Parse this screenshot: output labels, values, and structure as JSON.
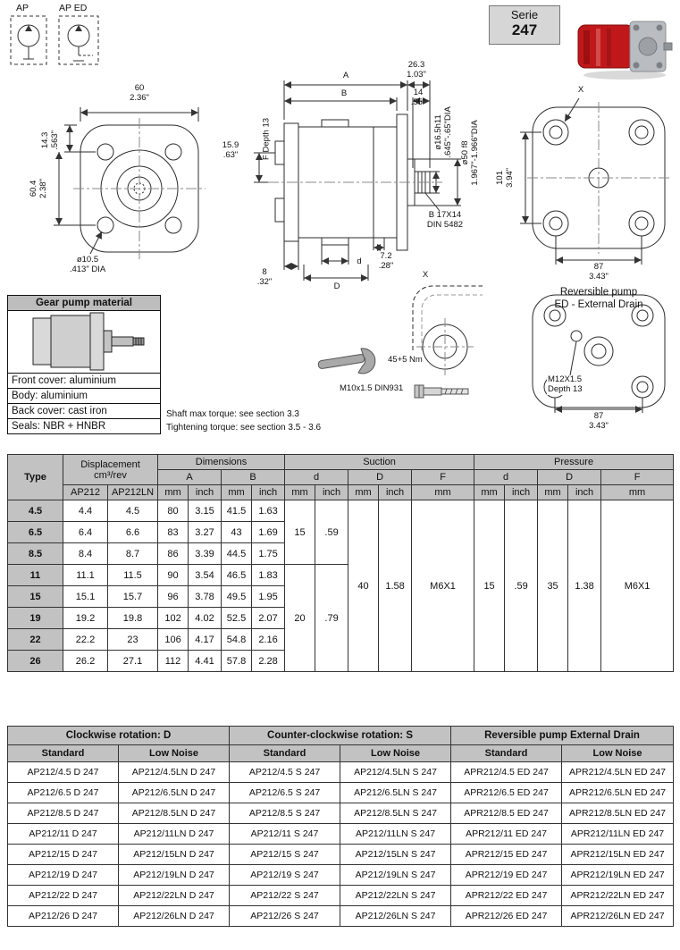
{
  "header": {
    "ap_symbol_label": "AP",
    "ap_ed_symbol_label": "AP ED",
    "serie_label": "Serie",
    "serie_number": "247"
  },
  "drawings": {
    "front": {
      "width": "60\n2.36\"",
      "hole_offset": "14.3\n.563\"",
      "hole_spacing": "60.4\n2.38\"",
      "hole_dia": "ø10.5\n.413\" DIA"
    },
    "side": {
      "A": "A",
      "shaft_ext": "26.3\n1.03\"",
      "B": "B",
      "spline_len": "14\n.55\"",
      "port_depth": "F Depth 13",
      "dim_159": "15.9\n.63\"",
      "shaft_dia": "ø16.5h11\n.645\"-.65\"DIA",
      "pilot_dia": "ø50 f8\n1.967\"-1.966\"DIA",
      "spline_spec": "B 17X14\nDIN 5482",
      "dim_72": "7.2\n.28\"",
      "d": "d",
      "dim_8": "8\n.32\"",
      "D": "D"
    },
    "back": {
      "x_ref": "X",
      "height": "101\n3.94\"",
      "width": "87\n3.43\"",
      "caption": "Reversible pump\nED - External Drain"
    },
    "detail": {
      "x_ref": "X",
      "torque": "45+5 Nm",
      "bolt_spec": "M10x1.5 DIN931"
    },
    "reversible": {
      "drain_port": "M12X1.5\nDepth 13",
      "width": "87\n3.43\""
    },
    "notes": {
      "shaft_torque": "Shaft max torque: see section 3.3",
      "tightening_torque": "Tightening torque: see section 3.5 - 3.6"
    }
  },
  "material_box": {
    "title": "Gear pump material",
    "lines": [
      "Front cover: aluminium",
      "Body: aluminium",
      "Back cover: cast iron",
      "Seals: NBR + HNBR"
    ]
  },
  "dim_table": {
    "headers": {
      "type": "Type",
      "displacement": "Displacement\ncm³/rev",
      "ap212": "AP212",
      "ap212ln": "AP212LN",
      "dimensions": "Dimensions",
      "A": "A",
      "B": "B",
      "suction": "Suction",
      "pressure": "Pressure",
      "d": "d",
      "D": "D",
      "F": "F",
      "mm": "mm",
      "inch": "inch"
    },
    "rows": [
      [
        "4.5",
        "4.4",
        "4.5",
        "80",
        "3.15",
        "41.5",
        "1.63"
      ],
      [
        "6.5",
        "6.4",
        "6.6",
        "83",
        "3.27",
        "43",
        "1.69"
      ],
      [
        "8.5",
        "8.4",
        "8.7",
        "86",
        "3.39",
        "44.5",
        "1.75"
      ],
      [
        "11",
        "11.1",
        "11.5",
        "90",
        "3.54",
        "46.5",
        "1.83"
      ],
      [
        "15",
        "15.1",
        "15.7",
        "96",
        "3.78",
        "49.5",
        "1.95"
      ],
      [
        "19",
        "19.2",
        "19.8",
        "102",
        "4.02",
        "52.5",
        "2.07"
      ],
      [
        "22",
        "22.2",
        "23",
        "106",
        "4.17",
        "54.8",
        "2.16"
      ],
      [
        "26",
        "26.2",
        "27.1",
        "112",
        "4.41",
        "57.8",
        "2.28"
      ]
    ],
    "suction_d": [
      {
        "mm": "15",
        "inch": ".59"
      },
      {
        "mm": "20",
        "inch": ".79"
      }
    ],
    "suction_D": {
      "mm": "40",
      "inch": "1.58"
    },
    "suction_F": "M6X1",
    "pressure_d": {
      "mm": "15",
      "inch": ".59"
    },
    "pressure_D": {
      "mm": "35",
      "inch": "1.38"
    },
    "pressure_F": "M6X1"
  },
  "model_table": {
    "groups": [
      "Clockwise rotation: D",
      "Counter-clockwise rotation: S",
      "Reversible pump External Drain"
    ],
    "subheaders": [
      "Standard",
      "Low Noise"
    ],
    "rows": [
      [
        "AP212/4.5 D 247",
        "AP212/4.5LN D 247",
        "AP212/4.5 S 247",
        "AP212/4.5LN S 247",
        "APR212/4.5 ED 247",
        "APR212/4.5LN ED 247"
      ],
      [
        "AP212/6.5 D 247",
        "AP212/6.5LN D 247",
        "AP212/6.5 S 247",
        "AP212/6.5LN S 247",
        "APR212/6.5 ED 247",
        "APR212/6.5LN ED 247"
      ],
      [
        "AP212/8.5 D 247",
        "AP212/8.5LN D 247",
        "AP212/8.5 S 247",
        "AP212/8.5LN S 247",
        "APR212/8.5 ED 247",
        "APR212/8.5LN ED 247"
      ],
      [
        "AP212/11 D 247",
        "AP212/11LN D 247",
        "AP212/11 S 247",
        "AP212/11LN S 247",
        "APR212/11 ED 247",
        "APR212/11LN ED 247"
      ],
      [
        "AP212/15 D 247",
        "AP212/15LN D 247",
        "AP212/15 S 247",
        "AP212/15LN S 247",
        "APR212/15 ED 247",
        "APR212/15LN ED 247"
      ],
      [
        "AP212/19 D 247",
        "AP212/19LN D 247",
        "AP212/19 S 247",
        "AP212/19LN S 247",
        "APR212/19 ED 247",
        "APR212/19LN ED 247"
      ],
      [
        "AP212/22 D 247",
        "AP212/22LN D 247",
        "AP212/22 S 247",
        "AP212/22LN S 247",
        "APR212/22 ED 247",
        "APR212/22LN ED 247"
      ],
      [
        "AP212/26 D 247",
        "AP212/26LN D 247",
        "AP212/26 S 247",
        "AP212/26LN S 247",
        "APR212/26 ED 247",
        "APR212/26LN ED 247"
      ]
    ]
  }
}
